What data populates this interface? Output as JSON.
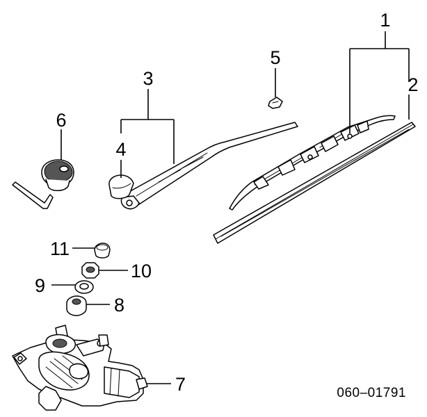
{
  "diagram": {
    "callouts": [
      {
        "id": "1",
        "label": "1"
      },
      {
        "id": "2",
        "label": "2"
      },
      {
        "id": "3",
        "label": "3"
      },
      {
        "id": "4",
        "label": "4"
      },
      {
        "id": "5",
        "label": "5"
      },
      {
        "id": "6",
        "label": "6"
      },
      {
        "id": "7",
        "label": "7"
      },
      {
        "id": "8",
        "label": "8"
      },
      {
        "id": "9",
        "label": "9"
      },
      {
        "id": "10",
        "label": "10"
      },
      {
        "id": "11",
        "label": "11"
      }
    ],
    "drawing_code": "060–01791"
  }
}
